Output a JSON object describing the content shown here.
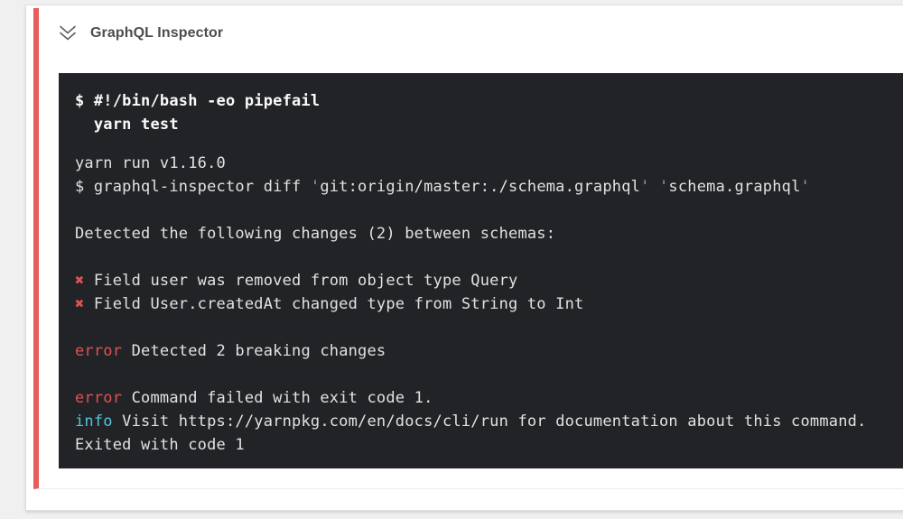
{
  "header": {
    "title": "GraphQL Inspector",
    "icon": "double-chevron-down-icon"
  },
  "colors": {
    "accent_red": "#e85c5c",
    "error_red": "#de5252",
    "info_cyan": "#50c6dc",
    "terminal_bg": "#222326"
  },
  "terminal": {
    "command_lines": [
      "$ #!/bin/bash -eo pipefail",
      "  yarn test"
    ],
    "output_lines": [
      [
        {
          "t": "yarn run v1.16.0",
          "s": "normal"
        }
      ],
      [
        {
          "t": "$ graphql-inspector diff ",
          "s": "normal"
        },
        {
          "t": "'",
          "s": "dim"
        },
        {
          "t": "git:origin/master:./schema.graphql",
          "s": "normal"
        },
        {
          "t": "'",
          "s": "dim"
        },
        {
          "t": " ",
          "s": "normal"
        },
        {
          "t": "'",
          "s": "dim"
        },
        {
          "t": "schema.graphql",
          "s": "normal"
        },
        {
          "t": "'",
          "s": "dim"
        }
      ],
      [],
      [
        {
          "t": "Detected the following changes (2) between schemas:",
          "s": "normal"
        }
      ],
      [],
      [
        {
          "t": "✖",
          "s": "red"
        },
        {
          "t": " Field user was removed from object type Query",
          "s": "normal"
        }
      ],
      [
        {
          "t": "✖",
          "s": "red"
        },
        {
          "t": " Field User.createdAt changed type from String to Int",
          "s": "normal"
        }
      ],
      [],
      [
        {
          "t": "error",
          "s": "red"
        },
        {
          "t": " Detected 2 breaking changes",
          "s": "normal"
        }
      ],
      [],
      [
        {
          "t": "error",
          "s": "red"
        },
        {
          "t": " Command failed with exit code 1.",
          "s": "normal"
        }
      ],
      [
        {
          "t": "info",
          "s": "cyan"
        },
        {
          "t": " Visit https://yarnpkg.com/en/docs/cli/run for documentation about this command.",
          "s": "normal"
        }
      ],
      [
        {
          "t": "Exited with code 1",
          "s": "normal"
        }
      ]
    ]
  }
}
